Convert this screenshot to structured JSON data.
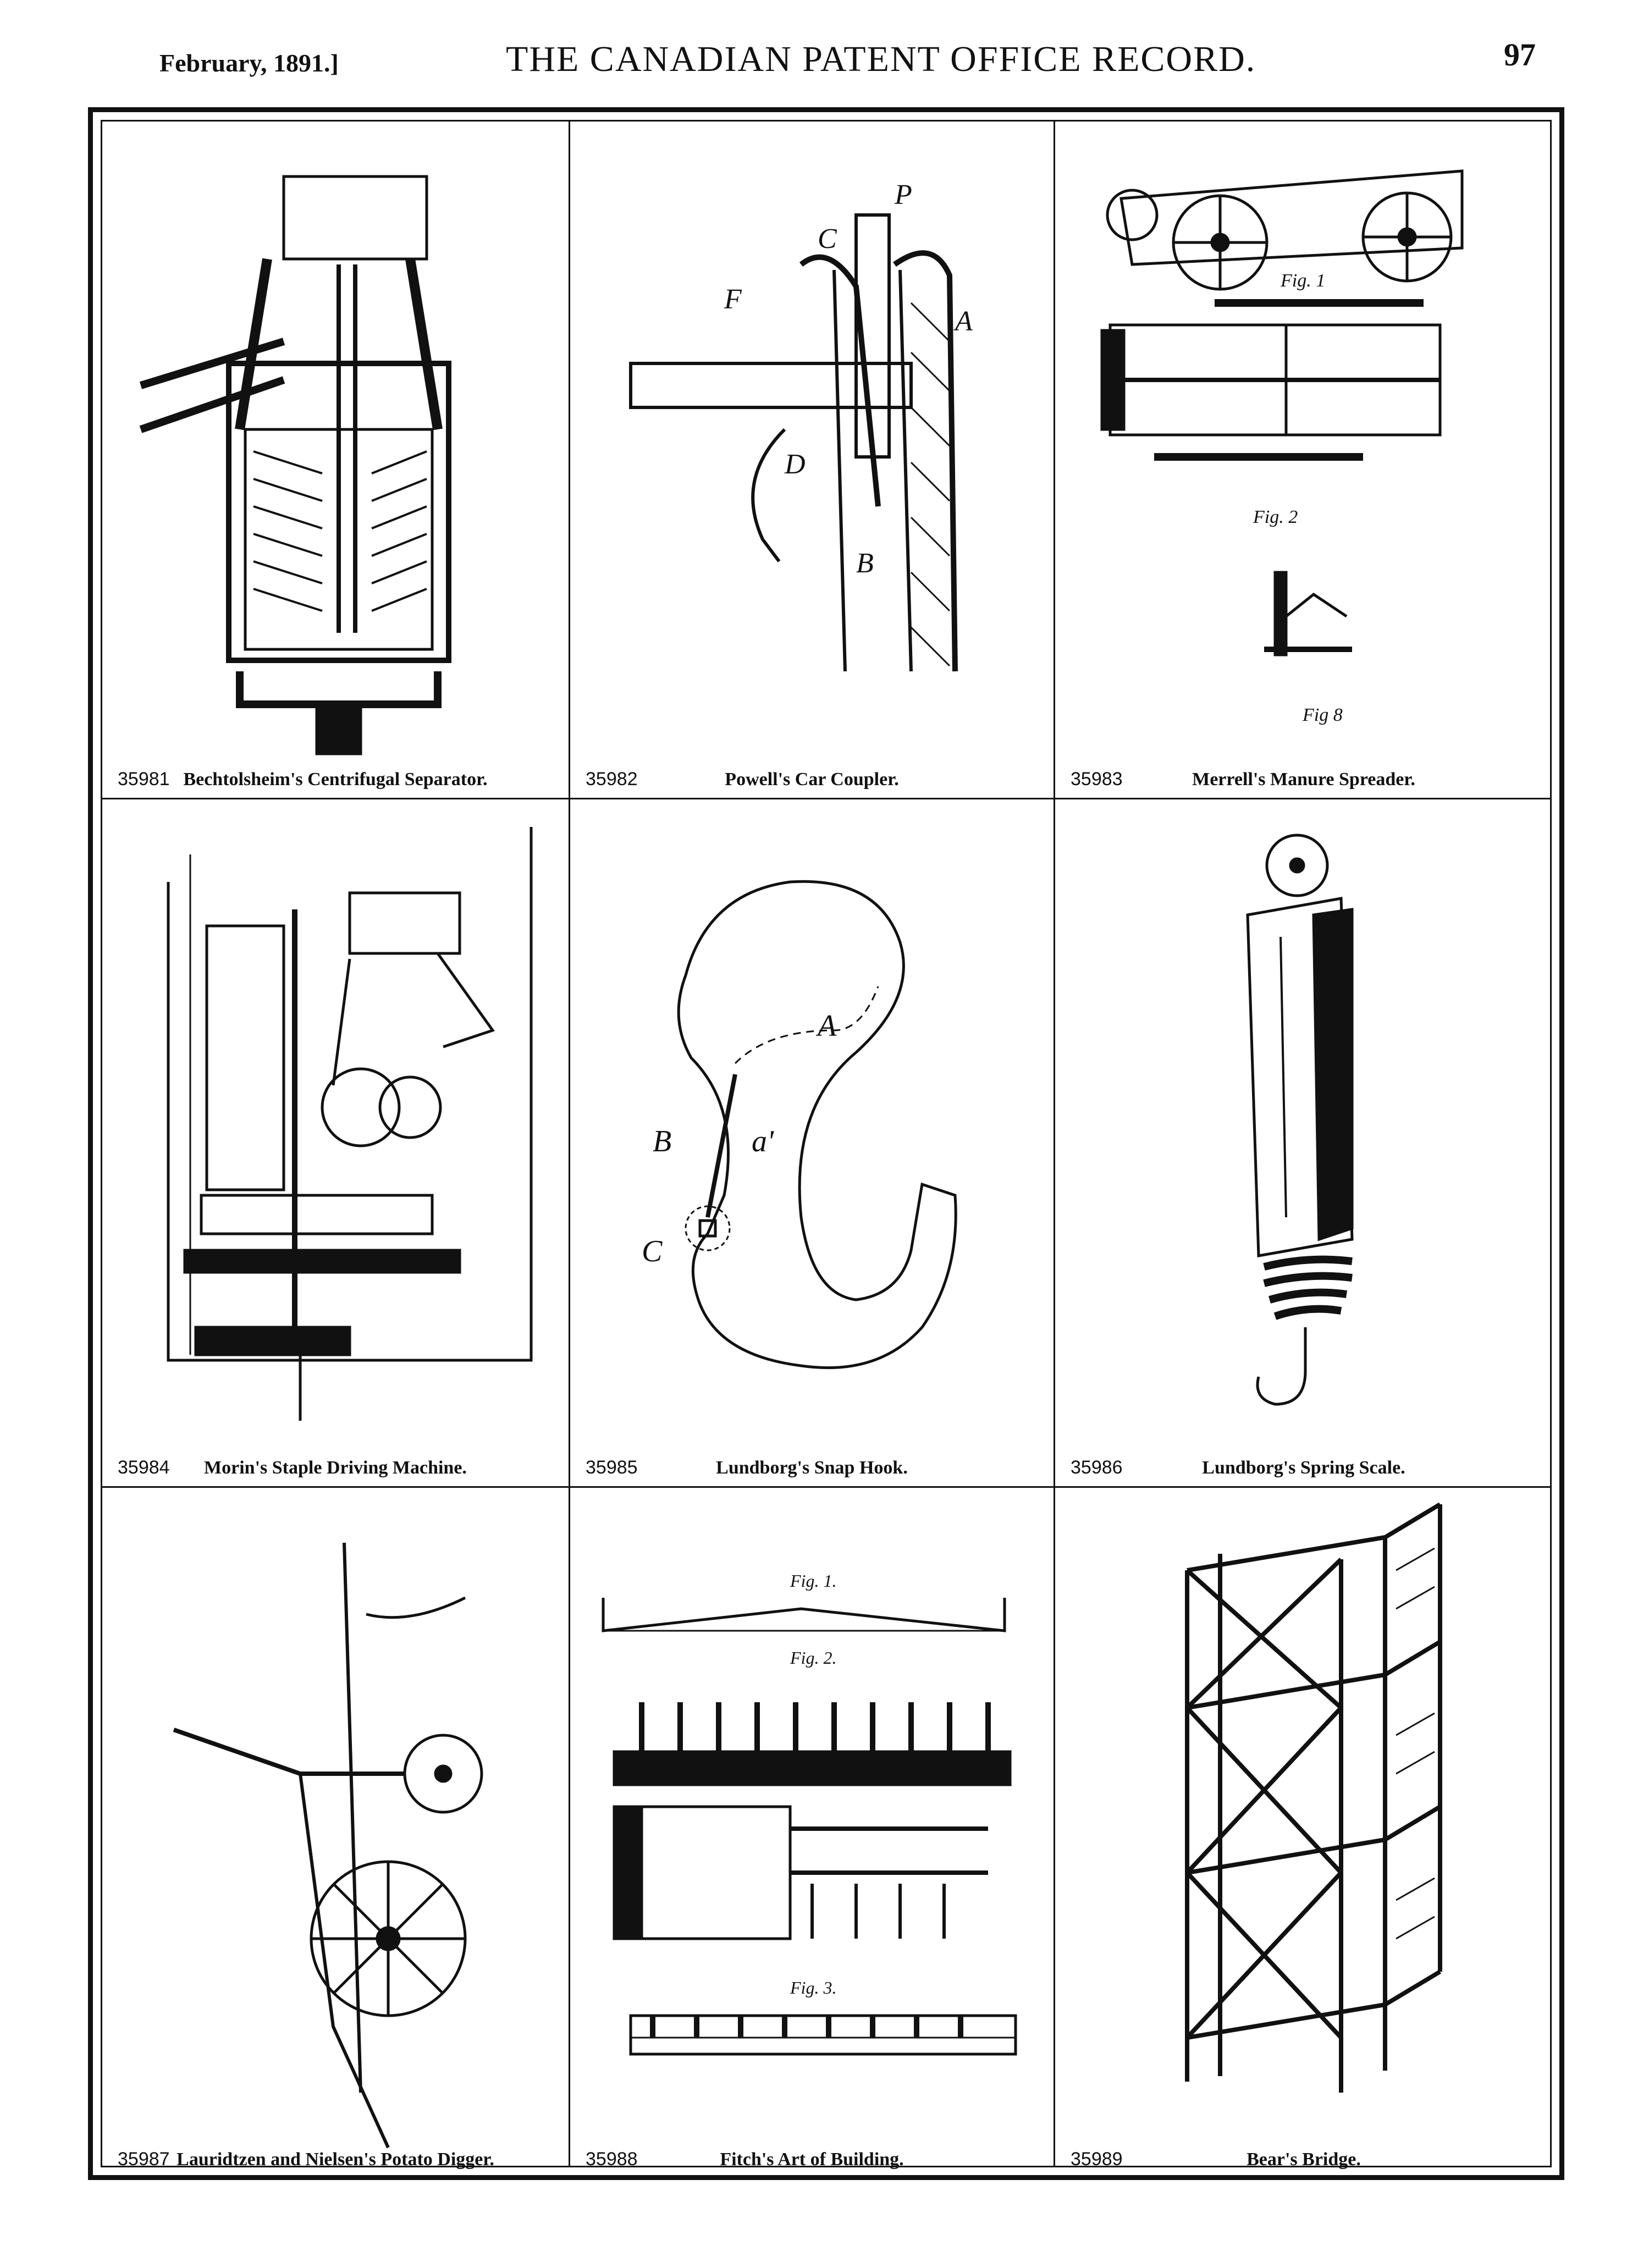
{
  "header": {
    "date": "February, 1891.]",
    "title": "THE CANADIAN PATENT OFFICE RECORD.",
    "page_number": "97"
  },
  "patents": [
    {
      "number": "35981",
      "title": "Bechtolsheim's Centrifugal Separator."
    },
    {
      "number": "35982",
      "title": "Powell's Car Coupler."
    },
    {
      "number": "35983",
      "title": "Merrell's Manure Spreader."
    },
    {
      "number": "35984",
      "title": "Morin's Staple Driving Machine."
    },
    {
      "number": "35985",
      "title": "Lundborg's Snap Hook."
    },
    {
      "number": "35986",
      "title": "Lundborg's Spring Scale."
    },
    {
      "number": "35987",
      "title": "Lauridtzen and Nielsen's Potato Digger."
    },
    {
      "number": "35988",
      "title": "Fitch's Art of Building."
    },
    {
      "number": "35989",
      "title": "Bear's Bridge."
    }
  ],
  "figure_labels": {
    "hook_a": "A",
    "hook_b": "B",
    "hook_c": "C",
    "hook_a2": "a'",
    "spreader_fig1": "Fig. 1",
    "spreader_fig2": "Fig. 2",
    "spreader_fig3": "Fig 8",
    "building_fig1": "Fig. 1.",
    "building_fig2": "Fig. 2.",
    "building_fig3": "Fig. 3.",
    "coupler_a": "A",
    "coupler_b": "B",
    "coupler_c": "C",
    "coupler_d": "D",
    "coupler_f": "F",
    "coupler_p": "P"
  },
  "colors": {
    "ink": "#111111",
    "paper": "#ffffff"
  }
}
